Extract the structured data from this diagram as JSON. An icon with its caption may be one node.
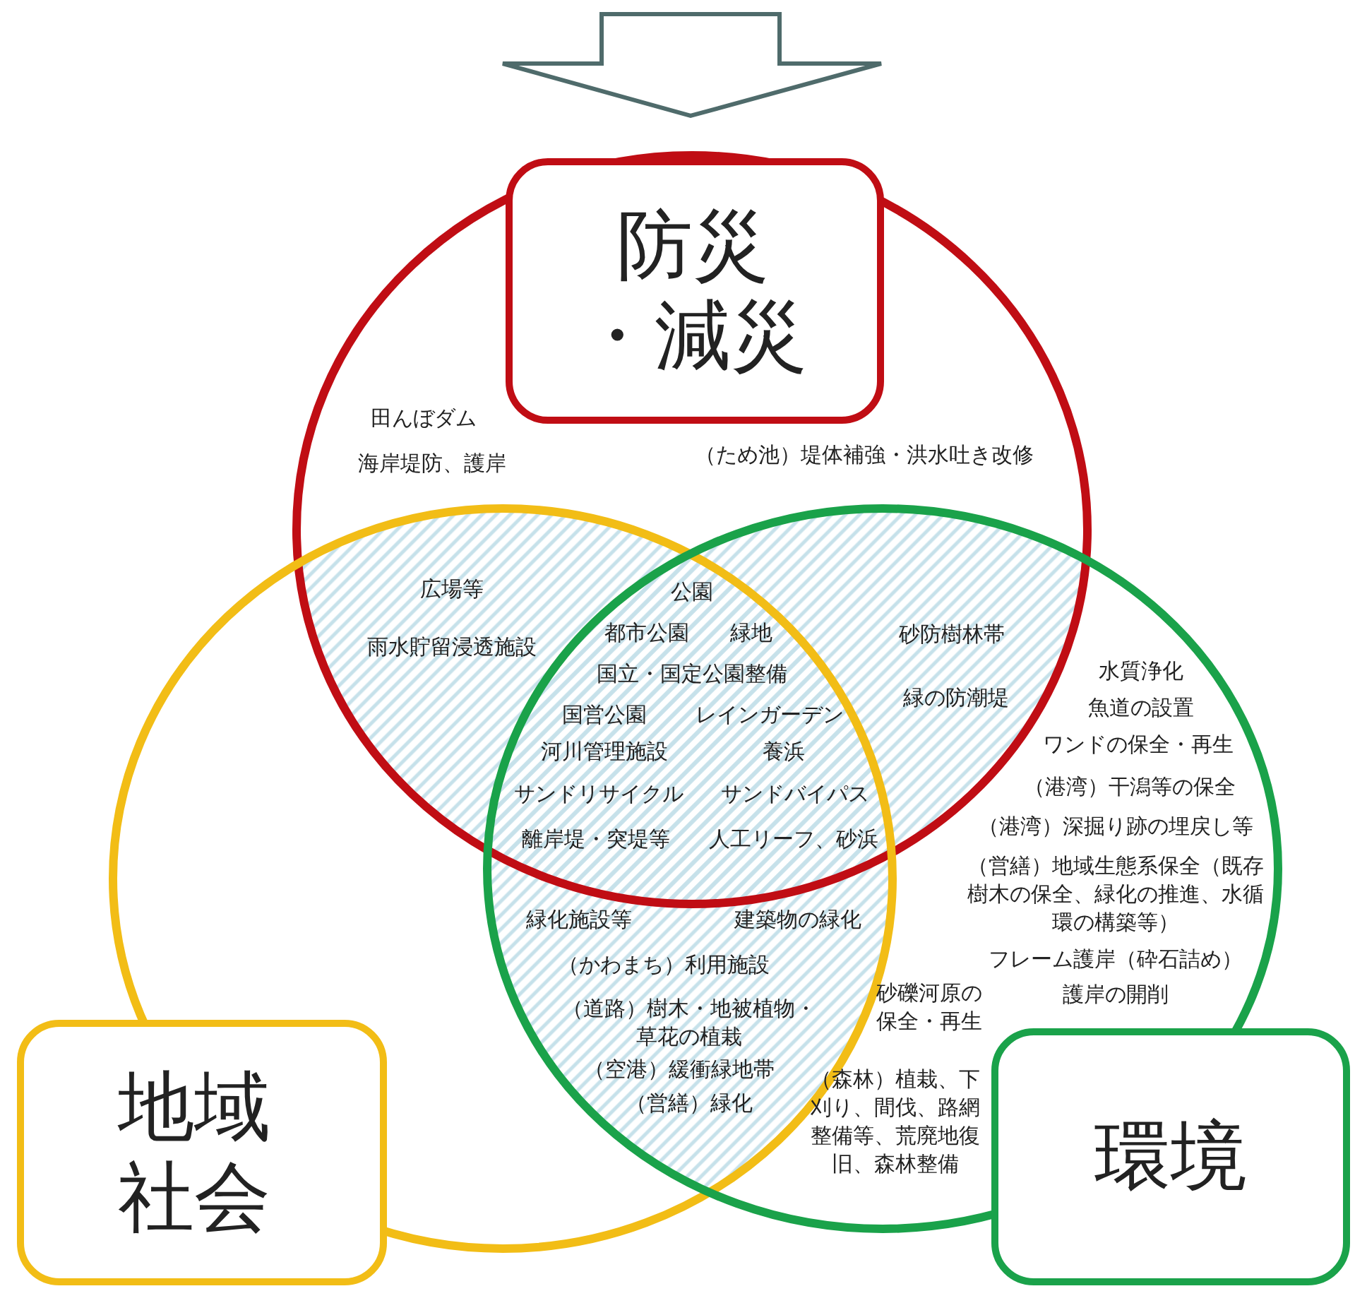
{
  "diagram": {
    "nodes": [
      {
        "text": [
          "防災・減災"
        ]
      },
      {
        "text": [
          "地域社会"
        ]
      },
      {
        "text": [
          "環境"
        ]
      }
    ],
    "labels": [
      "田んぼダム",
      "海岸堤防、護岸",
      "（ため池）堤体補強・洪水吐き改修",
      "広場等",
      "雨水貯留浸透施設",
      "公園",
      "都市公園",
      "緑地",
      "砂防樹林帯",
      "国立・国定公園整備",
      "緑の防潮堤",
      "国営公園",
      "レインガーデン",
      "水質浄化",
      "河川管理施設",
      "養浜",
      "魚道の設置",
      "ワンドの保全・再生",
      "サンドリサイクル",
      "サンドバイパス",
      "（港湾）干潟等の保全",
      "離岸堤・突堤等",
      "人工リーフ、砂浜",
      "（港湾）深掘り跡の埋戻し等",
      "（営繕）地域生態系保全（既存樹木の保全、緑化の推進、水循環の構築等）",
      "緑化施設等",
      "建築物の緑化",
      "（かわまち）利用施設",
      "フレーム護岸（砕石詰め）",
      "（道路）樹木・地被植物・草花の植栽",
      "砂礫河原の保全・再生",
      "護岸の開削",
      "（空港）緩衝緑地帯",
      "（森林）植栽、下刈り、間伐、路網整備等、荒廃地復旧、森林整備",
      "（営繕）緑化"
    ]
  }
}
